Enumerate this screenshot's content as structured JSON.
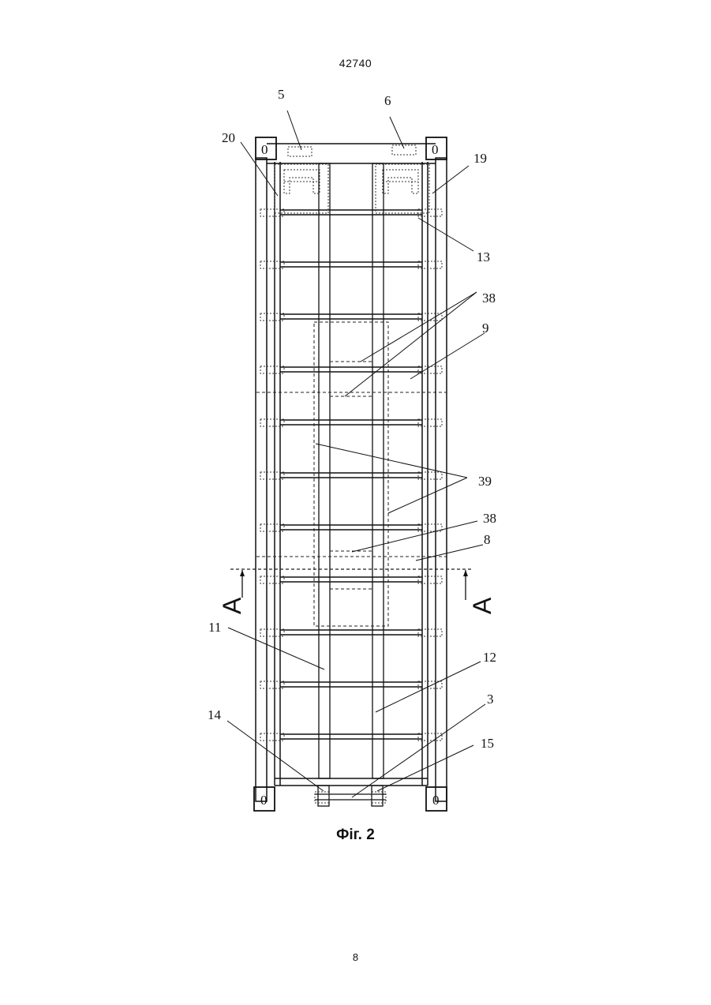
{
  "header": {
    "doc_number": "42740"
  },
  "figure": {
    "caption": "Фіг. 2",
    "corner_mark": "0",
    "section_marker": "A",
    "labels": {
      "l5": "5",
      "l6": "6",
      "l20": "20",
      "l19": "19",
      "l13": "13",
      "l38a": "38",
      "l9": "9",
      "l39": "39",
      "l38b": "38",
      "l8": "8",
      "l11": "11",
      "l12": "12",
      "l3": "3",
      "l14": "14",
      "l15": "15"
    }
  },
  "footer": {
    "page_number": "8"
  }
}
